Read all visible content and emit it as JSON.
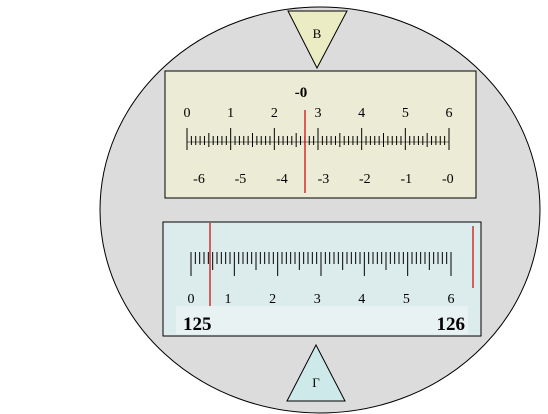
{
  "colors": {
    "dial_fill": "#dcdcdc",
    "upper_scale_fill": "#ececd6",
    "lower_scale_fill": "#dcecec",
    "lower_band_fill": "#e8f2f2",
    "pointer_v_fill": "#ececc4",
    "pointer_g_fill": "#cde9ea",
    "index_line": "#cc0000"
  },
  "pointer_top": {
    "label": "В"
  },
  "pointer_bottom": {
    "label": "Г"
  },
  "upper_scale": {
    "title": "-0",
    "top_labels": [
      "0",
      "1",
      "2",
      "3",
      "4",
      "5",
      "6"
    ],
    "bottom_labels": [
      "-6",
      "-5",
      "-4",
      "-3",
      "-2",
      "-1",
      "-0"
    ],
    "index_position": 3.0
  },
  "lower_scale": {
    "labels": [
      "0",
      "1",
      "2",
      "3",
      "4",
      "5",
      "6"
    ],
    "start_value": "125",
    "end_value": "126"
  }
}
